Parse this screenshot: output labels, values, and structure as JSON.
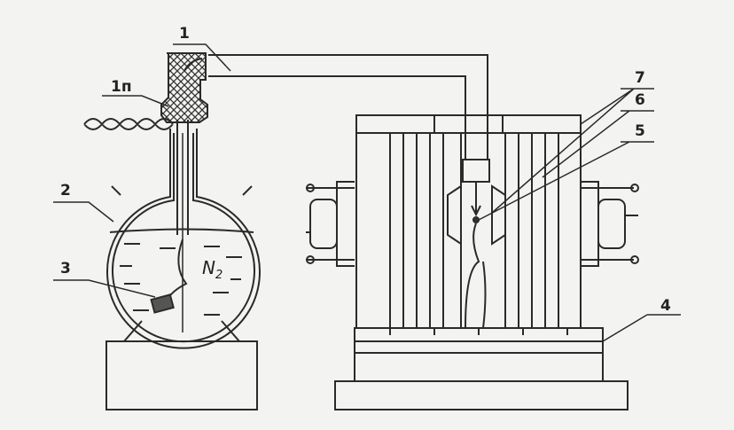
{
  "labels": {
    "pipe": "1",
    "insulation": "1п",
    "flask": "2",
    "sample_holder": "3",
    "nitrogen": "N",
    "nitrogen_sub": "2",
    "base": "4",
    "sample": "5",
    "pole_piece": "6",
    "magnet_coils": "7"
  },
  "colors": {
    "ink": "#2a2a2a",
    "paper": "#f3f3f1"
  }
}
